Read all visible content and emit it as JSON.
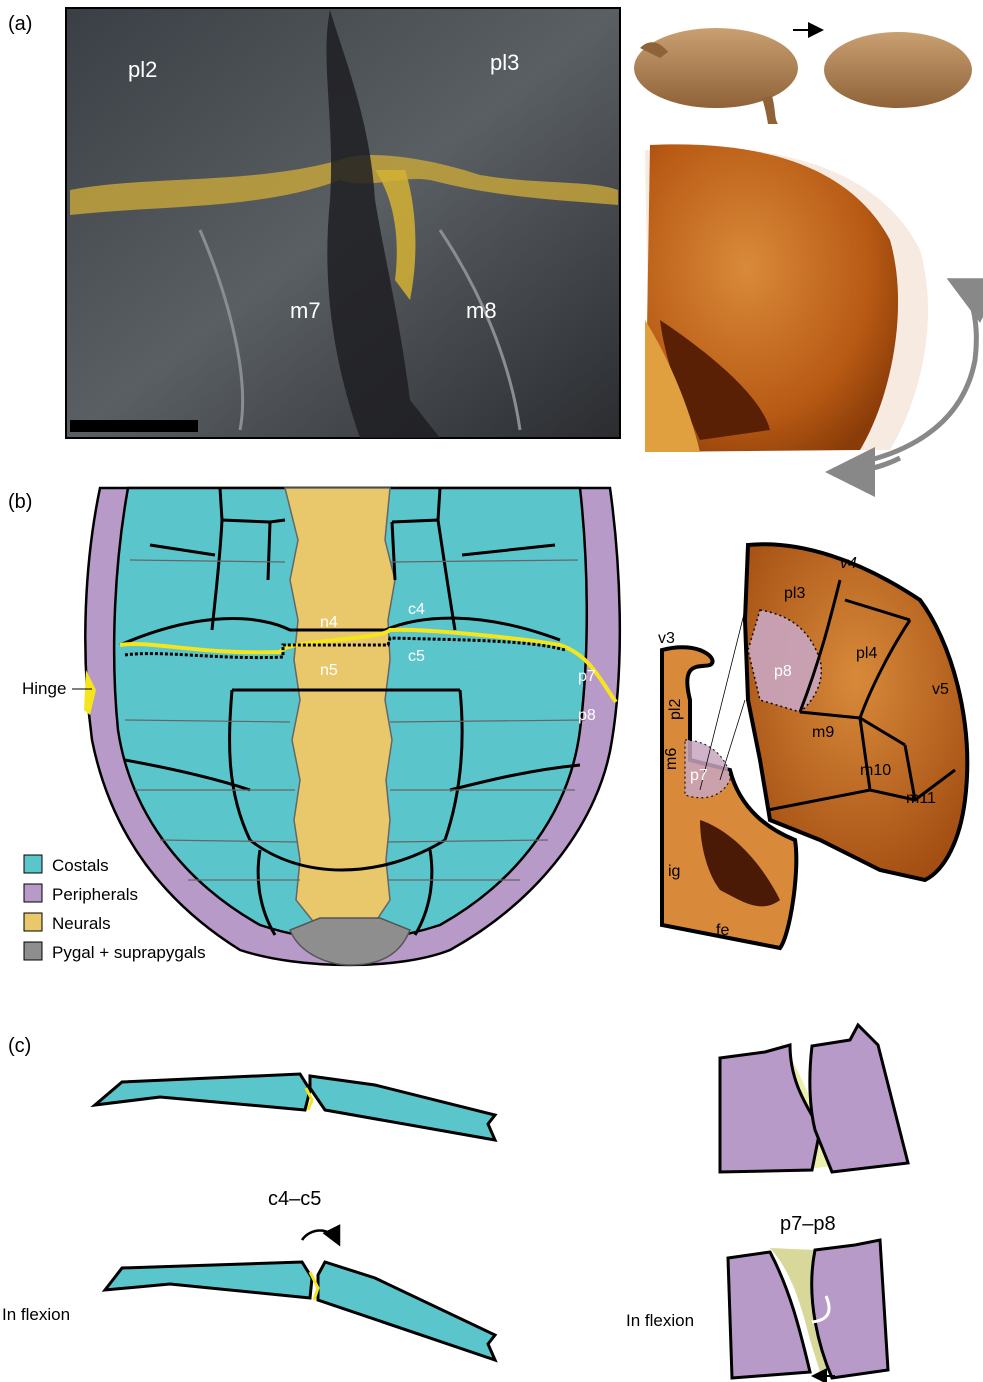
{
  "panel_labels": {
    "a": "(a)",
    "b": "(b)",
    "c": "(c)"
  },
  "photo_labels": {
    "pl2": "pl2",
    "pl3": "pl3",
    "m7": "m7",
    "m8": "m8"
  },
  "diagram_labels": {
    "n4": "n4",
    "n5": "n5",
    "c4": "c4",
    "c5": "c5",
    "p7": "p7",
    "p8": "p8",
    "hinge": "Hinge"
  },
  "legend": [
    {
      "label": "Costals",
      "color": "#5bc5cc"
    },
    {
      "label": "Peripherals",
      "color": "#b89ac8"
    },
    {
      "label": "Neurals",
      "color": "#e8c86a"
    },
    {
      "label": "Pygal + suprapygals",
      "color": "#8e8e8e"
    }
  ],
  "lobe_labels": {
    "v4": "v4",
    "pl3": "pl3",
    "pl4": "pl4",
    "v5": "v5",
    "p8": "p8",
    "m9": "m9",
    "m10": "m10",
    "m11": "m11",
    "v3": "v3",
    "pl2": "pl2",
    "m6": "m6",
    "p7": "p7",
    "ig": "ig",
    "fe": "fe"
  },
  "section_c": {
    "c4c5": "c4–c5",
    "p7p8": "p7–p8",
    "flexion_left": "In flexion",
    "flexion_right": "In flexion"
  },
  "colors": {
    "costal": "#5bc5cc",
    "peripheral": "#b89ac8",
    "neural": "#e8c86a",
    "pygal": "#8e8e8e",
    "hinge": "#f5e51c",
    "shell": "#c8661a"
  }
}
